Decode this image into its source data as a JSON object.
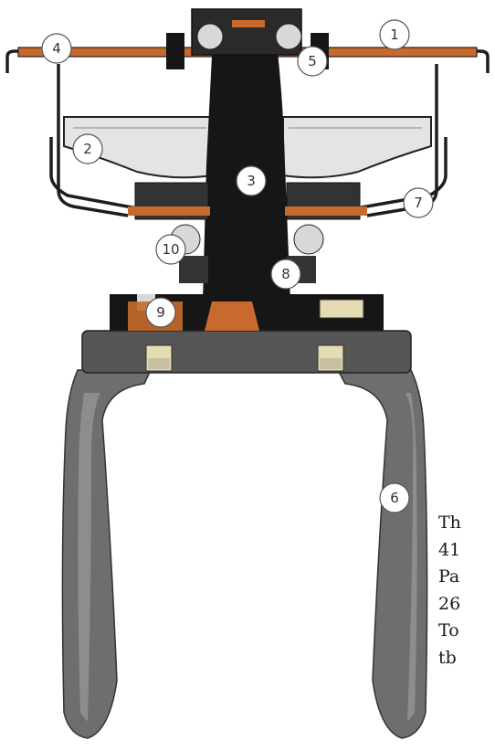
{
  "callouts": [
    "1",
    "2",
    "3",
    "4",
    "5",
    "6",
    "7",
    "8",
    "9",
    "10"
  ],
  "cut_text_lines": [
    "Th",
    "41",
    "Pa",
    "26",
    "To",
    "tb"
  ],
  "colors": {
    "frame": "#1e1e1e",
    "body": "#161616",
    "copper": "#c86a2e",
    "bearing": "#d8d8d8",
    "tine": "#6e6e6e",
    "tine_highlight": "#9a9a9a",
    "bolt": "#e6dcb4"
  }
}
